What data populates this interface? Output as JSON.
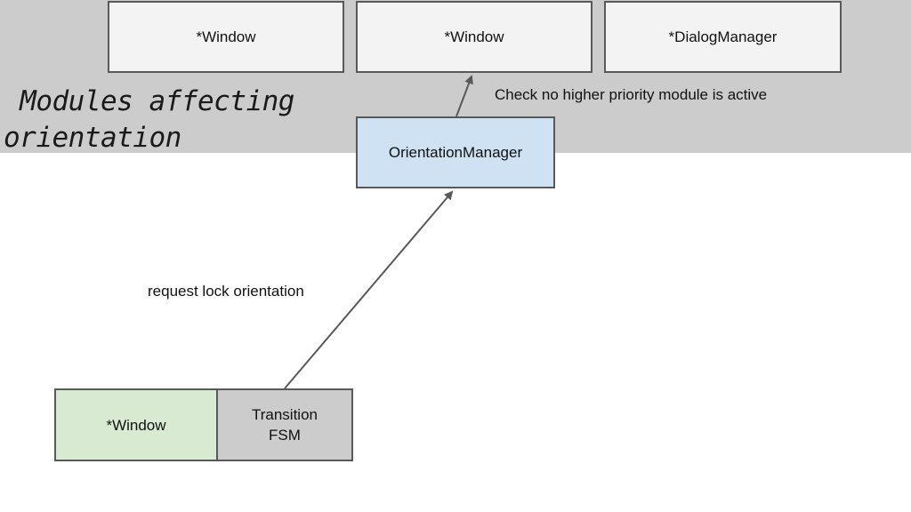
{
  "band": {
    "title": " Modules affecting\norientation"
  },
  "top_modules": [
    {
      "label": "*Window"
    },
    {
      "label": "*Window"
    },
    {
      "label": "*DialogManager"
    }
  ],
  "orientation_manager": {
    "label": "OrientationManager"
  },
  "bottom_module": {
    "window_label": "*Window",
    "fsm_label": "Transition\nFSM"
  },
  "edges": {
    "check_label": "Check no higher priority module is active",
    "request_label": "request lock orientation"
  },
  "colors": {
    "band": "#cccccc",
    "top_box": "#f3f3f3",
    "manager_box": "#cfe2f3",
    "window_box": "#d9ead3",
    "fsm_box": "#cccccc",
    "stroke": "#595959"
  }
}
